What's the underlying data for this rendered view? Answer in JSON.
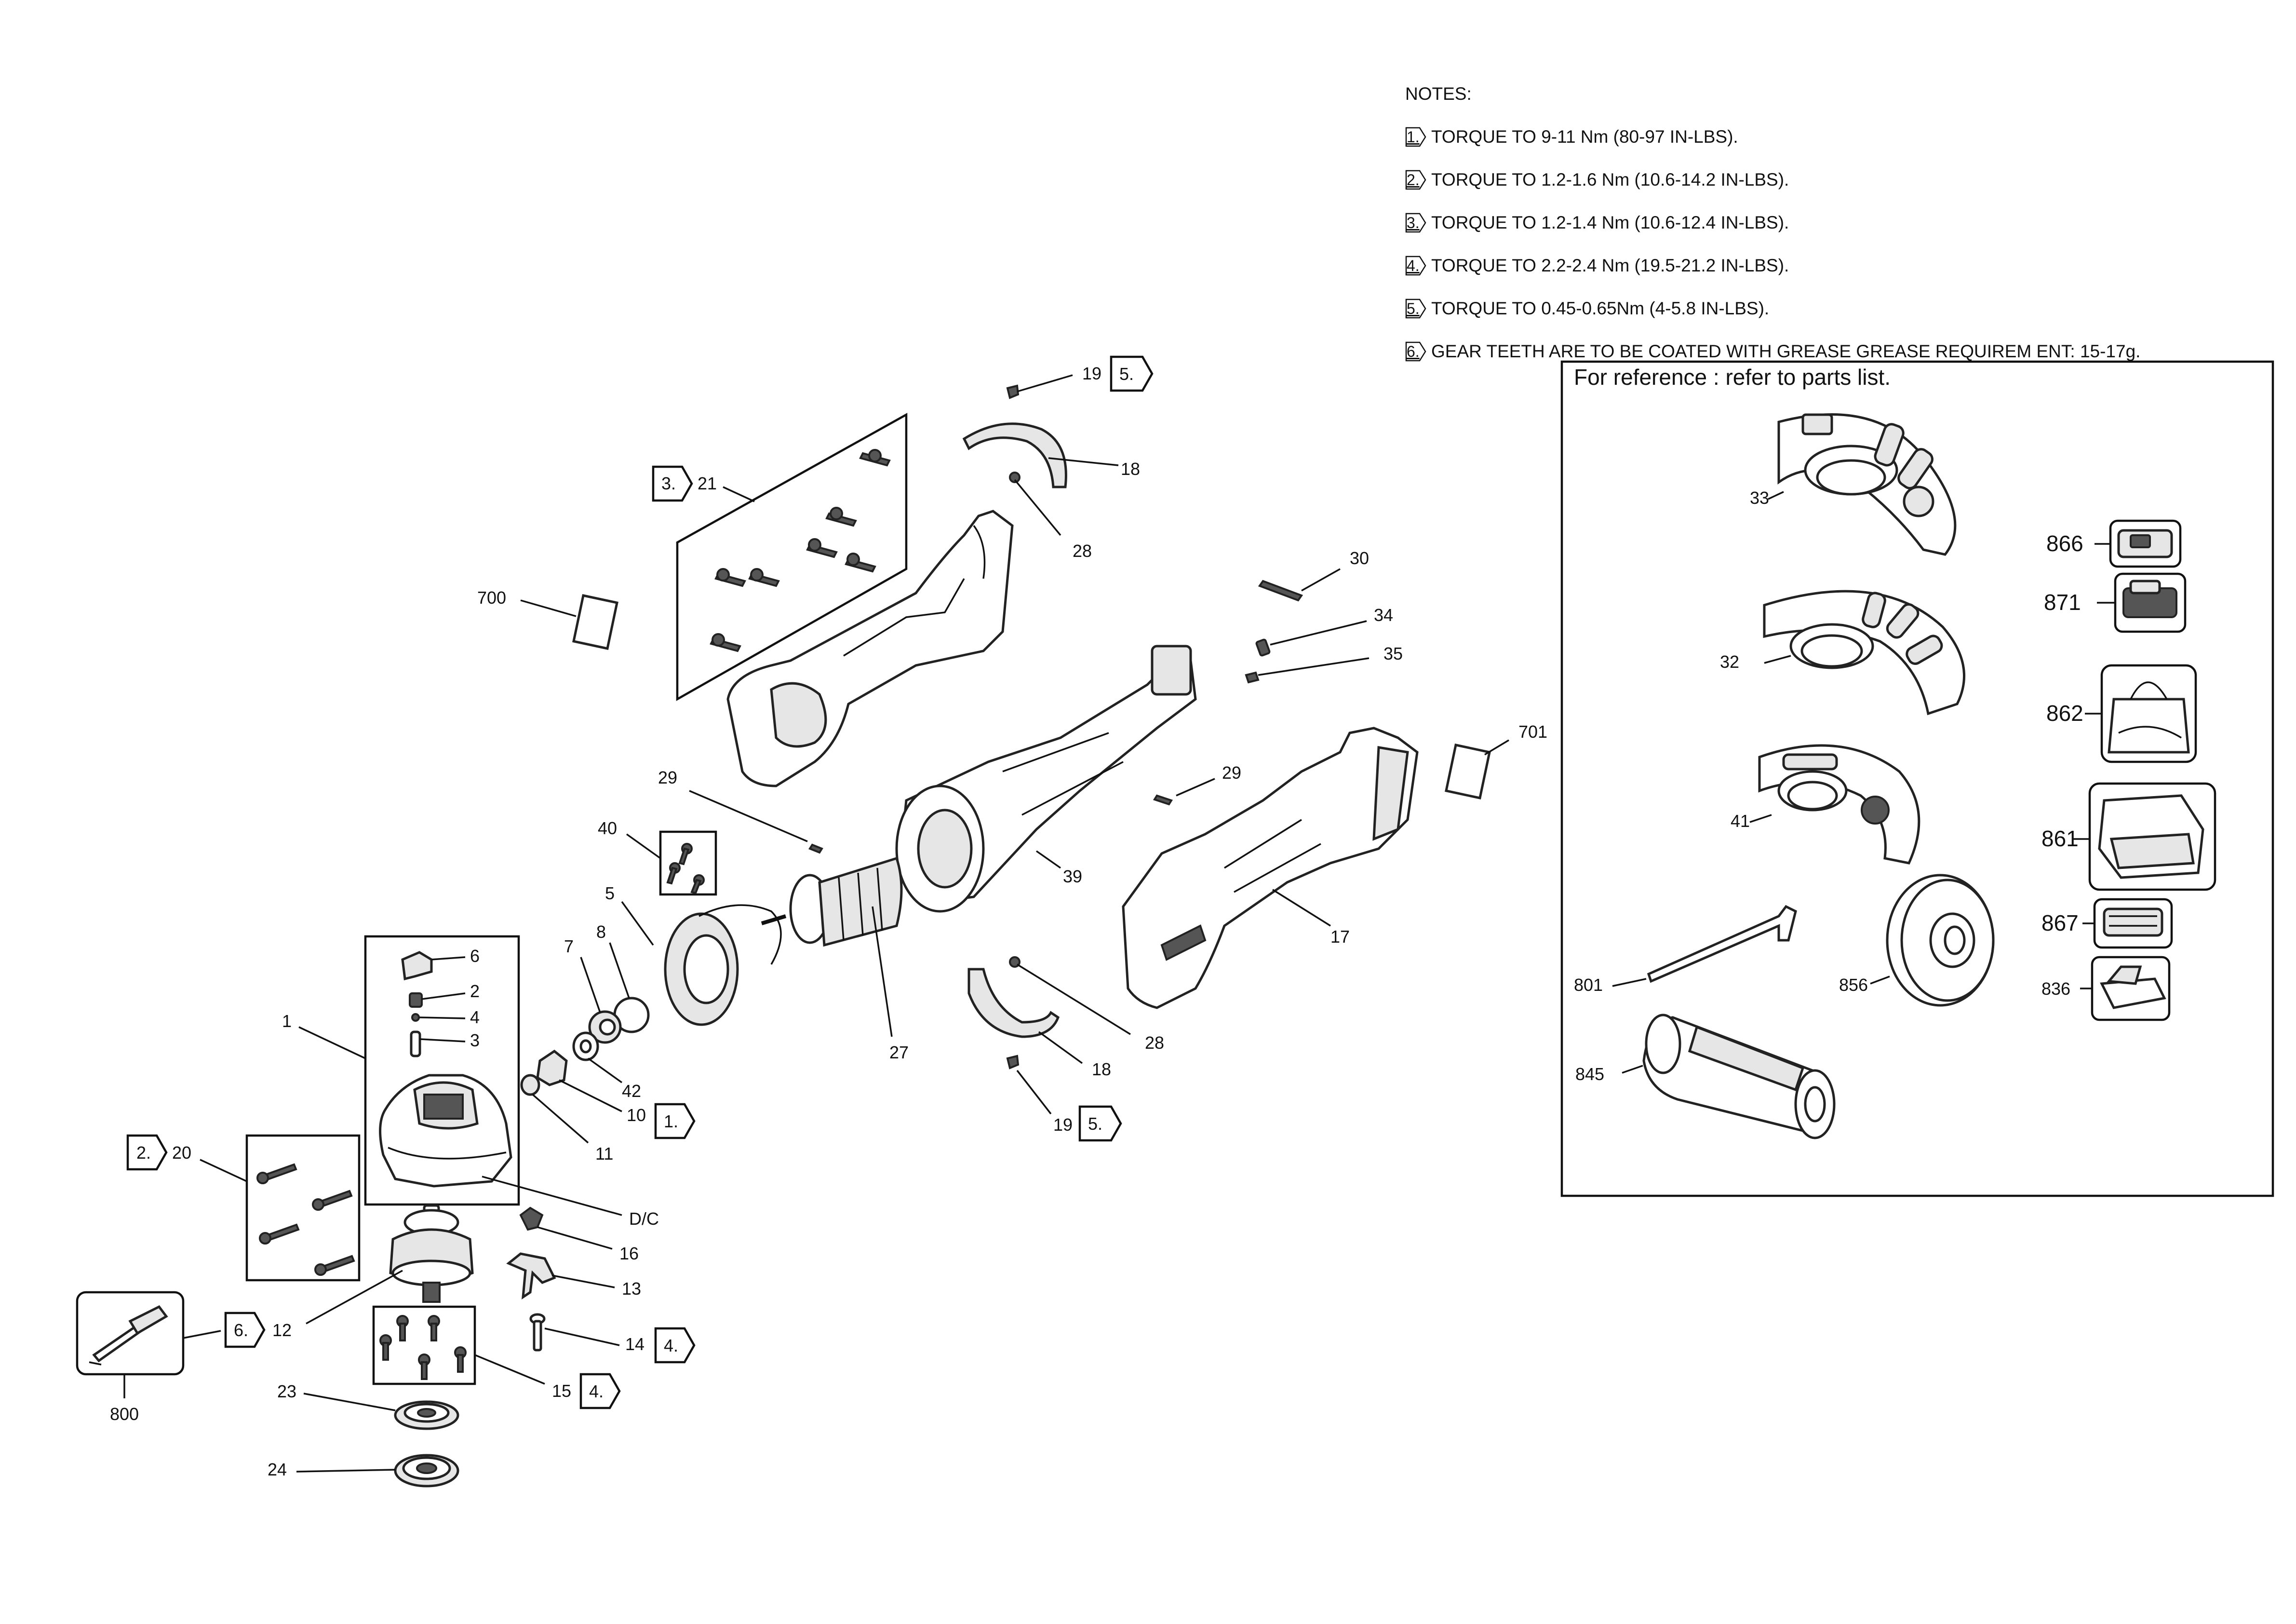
{
  "notes": {
    "heading": "NOTES:",
    "items": [
      {
        "flag": "1.",
        "text": "TORQUE TO 9-11 Nm (80-97 IN-LBS)."
      },
      {
        "flag": "2.",
        "text": "TORQUE TO 1.2-1.6 Nm (10.6-14.2 IN-LBS)."
      },
      {
        "flag": "3.",
        "text": "TORQUE TO 1.2-1.4 Nm (10.6-12.4 IN-LBS)."
      },
      {
        "flag": "4.",
        "text": "TORQUE TO 2.2-2.4 Nm (19.5-21.2 IN-LBS)."
      },
      {
        "flag": "5.",
        "text": "TORQUE TO 0.45-0.65Nm (4-5.8 IN-LBS)."
      },
      {
        "flag": "6.",
        "text": "GEAR TEETH ARE TO BE COATED WITH GREASE GREASE REQUIREM  ENT: 15-17g."
      }
    ]
  },
  "reference_box": {
    "title": "For reference : refer to parts list.",
    "labels": [
      "33",
      "32",
      "41",
      "801",
      "856",
      "845",
      "866",
      "871",
      "862",
      "861",
      "867",
      "836"
    ]
  },
  "part_labels": {
    "p19a": "19",
    "f5a": "5.",
    "p18a": "18",
    "p28a": "28",
    "f3": "3.",
    "p21": "21",
    "p700": "700",
    "p30": "30",
    "p34": "34",
    "p35": "35",
    "p701": "701",
    "p29a": "29",
    "p29b": "29",
    "p39": "39",
    "p17": "17",
    "p40": "40",
    "p5": "5",
    "p8": "8",
    "p7": "7",
    "p27": "27",
    "p28b": "28",
    "p18b": "18",
    "p19b": "19",
    "f5b": "5.",
    "p6": "6",
    "p2": "2",
    "p4": "4",
    "p3": "3",
    "p1": "1",
    "p42": "42",
    "p10": "10",
    "f1": "1.",
    "p11": "11",
    "f2": "2.",
    "p20": "20",
    "pDC": "D/C",
    "p16": "16",
    "p13": "13",
    "f6": "6.",
    "p12": "12",
    "p14": "14",
    "f4a": "4.",
    "p15": "15",
    "f4b": "4.",
    "p800": "800",
    "p23": "23",
    "p24": "24"
  }
}
